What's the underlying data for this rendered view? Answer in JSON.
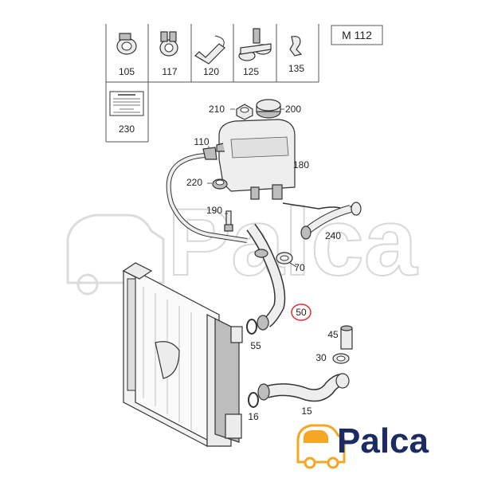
{
  "diagram": {
    "header_label": "M 112",
    "accessory_parts": [
      {
        "number": "105",
        "icon": "band-clamp-icon"
      },
      {
        "number": "117",
        "icon": "spring-clamp-icon"
      },
      {
        "number": "120",
        "icon": "hose-clip-icon"
      },
      {
        "number": "125",
        "icon": "bracket-clip-icon"
      },
      {
        "number": "135",
        "icon": "bent-clip-icon"
      },
      {
        "number": "230",
        "icon": "warning-label-icon"
      }
    ],
    "callouts": {
      "p210": "210",
      "p200": "200",
      "p110": "110",
      "p180": "180",
      "p220": "220",
      "p190": "190",
      "p240": "240",
      "p70": "70",
      "p50": "50",
      "p55": "55",
      "p45": "45",
      "p30": "30",
      "p15": "15",
      "p16": "16"
    },
    "highlighted_part": "50",
    "colors": {
      "highlight": "#e03030",
      "logo_blue": "#1c2c63",
      "logo_orange": "#f5a623"
    }
  },
  "logo": {
    "text": "Palca",
    "icon": "car-silhouette-icon"
  }
}
